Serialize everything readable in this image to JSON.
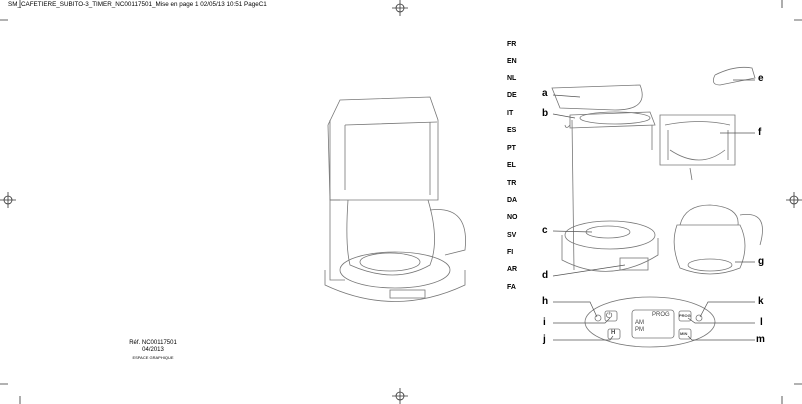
{
  "header": "SM_CAFETIERE_SUBITO-3_TIMER_NC00117501_Mise en page 1  02/05/13  10:51  PageC1",
  "reference": {
    "ref": "Réf. NC00117501",
    "date": "04/2013",
    "credit": "ESPACE GRAPHIQUE"
  },
  "languages": [
    "FR",
    "EN",
    "NL",
    "DE",
    "IT",
    "ES",
    "PT",
    "EL",
    "TR",
    "DA",
    "NO",
    "SV",
    "FI",
    "AR",
    "FA"
  ],
  "part_labels": {
    "a": "a",
    "b": "b",
    "c": "c",
    "d": "d",
    "e": "e",
    "f": "f",
    "g": "g",
    "h": "h",
    "i": "i",
    "j": "j",
    "k": "k",
    "l": "l",
    "m": "m"
  },
  "control_panel": {
    "display_prog": "PROG",
    "am": "AM",
    "pm": "PM",
    "prog_button": "PROG",
    "hour_button": "H",
    "min_button": "MIN"
  }
}
